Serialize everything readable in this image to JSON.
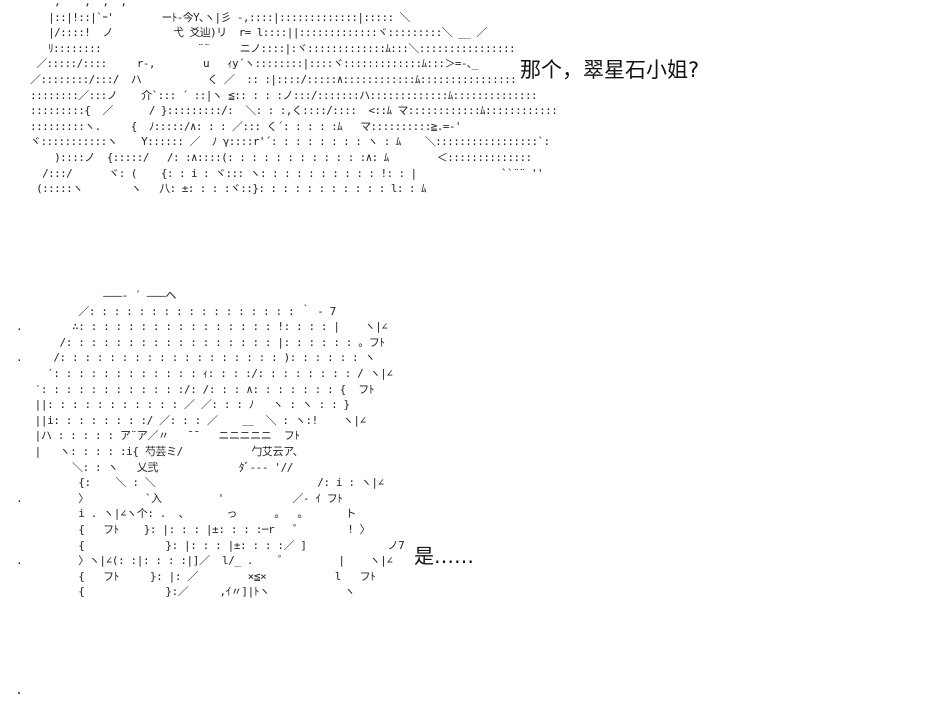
{
  "dialogue": {
    "line_1": "那个，翠星石小姐?",
    "line_2": "是……"
  },
  "ascii_art": {
    "top": [
      "      ,  ' ,  ,  ,  ' '         '  '  ' ' ' ' ' '",
      "     |::|!::|`ｰ'        ーﾄ-今Y､ヽ|彡 -,::::|:::::::::::::|::::: ＼",
      "     |/::::!  ノ          弋 爻辿)リ  r= l::::||:::::::::::::ヾ:::::::::＼ __ ／",
      "     ﾘ::::::::                ¨¨     ニノ::::|:ヾ:::::::::::::ﾑ:::＼::::::::::::::::",
      "   ／:::::/::::     r‐,        u   ｨy´ヽ::::::::|::::ヾ:::::::::::::ﾑ:::＞=-､_",
      "  ／::::::::/:::/  ハ           く ／  :: :|::::/:::::∧::::::::::::ﾑ::::::::::::::::",
      "  ::::::::／:::ノ    介`::: ´ ::|ヽ ≦:: : : :ノ:::/:::::::ハ:::::::::::::ﾑ::::::::::::::",
      "  :::::::::{  ／      / }:::::::::/:  ＼: : :,く::::/::::  <::ﾑ マ::::::::::::ﾑ::::::::::::",
      "  :::::::::ヽ.     {  ﾉ:::::/∧: : : ／::: く´: : : : :ﾑ   マ::::::::::≧.=-'",
      "  ヾ:::::::::::ヽ    Y:::::: ／  ﾉ γ::::r'´: : : : : : : : ヽ : ﾑ    ＼:::::::::::::::::`:",
      "      )::::ノ  {:::::/   /: :∧::::(: : : : : : : : : : : :∧: ﾑ        ＜::::::::::::::",
      "    /:::/      ヾ: (    {: : i : ヾ::: ヽ: : : : : : : : : : !: : |              ``¨¨ ''",
      "   (:::::ヽ        ヽ   八: ±: : : :ヾ::}: : : : : : : : : : : l: : ﾑ"
    ],
    "bottom": [
      "              ―――‐ ´ ―――ヘ",
      "          ／: : : : : : : : : : : : : : : : : ｀ ‐ 7",
      ".        ∴: : : : : : : : : : : : : : : : !: : : : |    ヽ|∠",
      "       /: : : : : : : : : : : : : : : : : |: : : : : : 。フﾄ",
      ".     /: : : : : : : : : : : : : : : : : : ): : : : : : ヽ",
      "     ′: : : : : : : : : : : : ｨ: : : :/: : : : : : : : / ヽ|∠",
      "   ′: : : : : : : : : : : :/: /: : : ∧: : : : : : : {  フﾄ",
      "   ||: : : : : : : : : : : ／ ／: : : ﾉ   ヽ : ヽ : : }",
      "   ||i: : : : : : : :/ ／: : : ／    ＿  ＼ : ヽ:!    ヽ|∠",
      "   |ハ : : : : : ア¨ア／〃   ¯¯   ニニニニニ  フﾄ",
      "   |   ヽ: : : : :i{ 芍芸ミ/           勹艾云ア、",
      "         ＼: : ヽ   乂弐             ﾀﾞ‐‐‐ '//",
      "          {:    ＼ : ＼                          /: i : ヽ|∠",
      ".         〉         `入         '           ／‐ ｲ フﾄ",
      "          i . ヽ|∠ヽ个: .  、      っ      。  。      ト",
      "          {   フﾄ    }: |: : : |±: : : :─r   ゜       ! 〉",
      "          {             }: |: : : |±: : : :／ ]             ノ7",
      ".         〉ヽ|∠(: :|: : : :|]／  l/_ .    ゜        |    ヽ|∠",
      "          {   フﾄ     }: |: ／        ×≦×           l   フﾄ",
      "          {             }:／     ,ｲ〃]|ﾄヽ            ヽ"
    ]
  }
}
